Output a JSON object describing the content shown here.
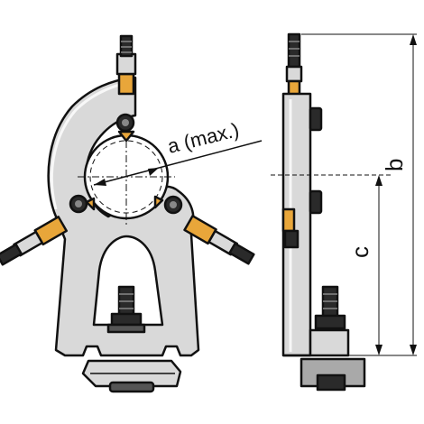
{
  "labels": {
    "a": "a (max.)",
    "b": "b",
    "c": "c"
  },
  "colors": {
    "body": "#d9d9d9",
    "body_dark": "#a9a9a9",
    "outline": "#111111",
    "jaw_tip": "#e8a63a",
    "screw": "#2a2a2a",
    "dimension_line": "#111111"
  }
}
